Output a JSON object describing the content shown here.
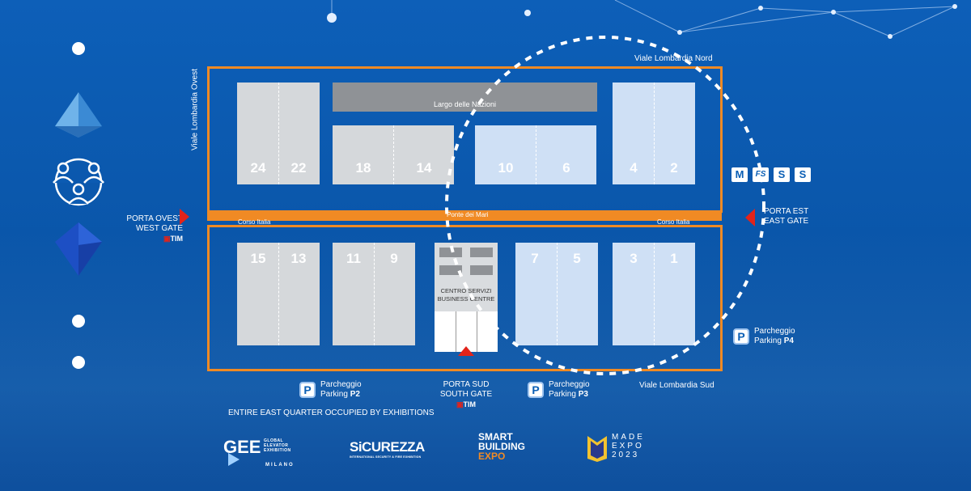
{
  "streets": {
    "north": "Viale Lombardia Nord",
    "west": "Viale Lombardia Ovest",
    "south": "Viale Lombardia Sud",
    "corso_left": "Corso Italia",
    "corso_right": "Corso Italia",
    "bridge": "Ponte dei Mari",
    "largo": "Largo delle Nazioni"
  },
  "halls_top": [
    "24",
    "22",
    "18",
    "14",
    "10",
    "6",
    "4",
    "2"
  ],
  "halls_bottom": [
    "15",
    "13",
    "11",
    "9",
    "7",
    "5",
    "3",
    "1"
  ],
  "centre": {
    "line1": "CENTRO SERVIZI",
    "line2": "BUSINESS CENTRE"
  },
  "gates": {
    "west": {
      "line1": "PORTA OVEST",
      "line2": "WEST GATE",
      "sponsor": "TIM"
    },
    "east": {
      "line1": "PORTA EST",
      "line2": "EAST GATE"
    },
    "south": {
      "line1": "PORTA SUD",
      "line2": "SOUTH GATE",
      "sponsor": "TIM"
    }
  },
  "parking": {
    "p2": {
      "line1": "Parcheggio",
      "line2a": "Parking ",
      "line2b": "P2"
    },
    "p3": {
      "line1": "Parcheggio",
      "line2a": "Parking ",
      "line2b": "P3"
    },
    "p4": {
      "line1": "Parcheggio",
      "line2a": "Parking ",
      "line2b": "P4"
    },
    "icon": "P"
  },
  "transport_icons": [
    "M",
    "FS",
    "S",
    "S"
  ],
  "footer_note": "ENTIRE EAST QUARTER OCCUPIED BY EXHIBITIONS",
  "logos": {
    "gee": {
      "main": "GEE",
      "sub1": "GLOBAL",
      "sub2": "ELEVATOR",
      "sub3": "EXHIBITION",
      "city": "MILANO"
    },
    "sicurezza": {
      "main": "SiCUREZZA",
      "sub": "INTERNATIONAL SECURITY & FIRE EXHIBITION"
    },
    "smart": {
      "l1": "SMART",
      "l2": "BUILDING",
      "l3": "EXPO"
    },
    "made": {
      "l1": "MADE",
      "l2": "EXPO",
      "l3": "2023"
    }
  },
  "colors": {
    "frame": "#f08a24",
    "accent_red": "#e2231a",
    "hall_grey": "#d5d8db",
    "hall_blue": "#cfe0f5"
  }
}
